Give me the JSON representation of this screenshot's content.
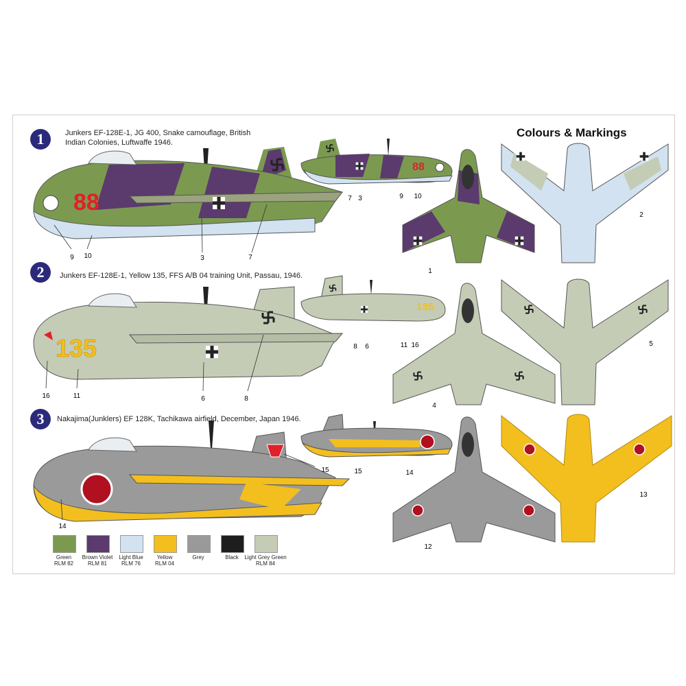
{
  "heading": "Colours & Markings",
  "schemes": [
    {
      "number": "1",
      "caption_line1": "Junkers EF-128E-1, JG 400, Snake camouflage, British",
      "caption_line2": "Indian Colonies, Luftwaffe 1946.",
      "nose_code": "88"
    },
    {
      "number": "2",
      "caption_line1": "Junkers EF-128E-1, Yellow 135, FFS A/B 04  training Unit, Passau, 1946.",
      "caption_line2": "",
      "nose_code": "135"
    },
    {
      "number": "3",
      "caption_line1": "Nakajima(Junklers) EF 128K, Tachikawa airfield, December, Japan 1946.",
      "caption_line2": "",
      "nose_code": ""
    }
  ],
  "callouts": {
    "s1_side_large": [
      "9",
      "10",
      "3",
      "7"
    ],
    "s1_side_small": [
      "7",
      "3",
      "9",
      "10"
    ],
    "s1_top": "1",
    "s1_bottom": "2",
    "s2_side_large": [
      "16",
      "11",
      "6",
      "8"
    ],
    "s2_side_small": [
      "8",
      "6",
      "11",
      "16"
    ],
    "s2_top": "4",
    "s2_bottom": "5",
    "s3_side_large": [
      "14",
      "15"
    ],
    "s3_side_small": [
      "15",
      "14"
    ],
    "s3_top": "12",
    "s3_bottom": "13"
  },
  "colour_key": [
    {
      "name": "Green",
      "code": "RLM 82",
      "hex": "#7b9a50"
    },
    {
      "name": "Brown Violet",
      "code": "RLM 81",
      "hex": "#5b3a6e"
    },
    {
      "name": "Light Blue",
      "code": "RLM 76",
      "hex": "#d2e2f0"
    },
    {
      "name": "Yellow",
      "code": "RLM 04",
      "hex": "#f2bf1f"
    },
    {
      "name": "Grey",
      "code": "",
      "hex": "#9a9a9a"
    },
    {
      "name": "Black",
      "code": "",
      "hex": "#1e1e1e"
    },
    {
      "name": "Light Grey Green",
      "code": "RLM 84",
      "hex": "#c4ccb6"
    }
  ],
  "colors": {
    "badge": "#2b2a7a",
    "hinomaru": "#b01020",
    "code_red": "#e0202a",
    "code_yellow": "#f2bf1f"
  }
}
